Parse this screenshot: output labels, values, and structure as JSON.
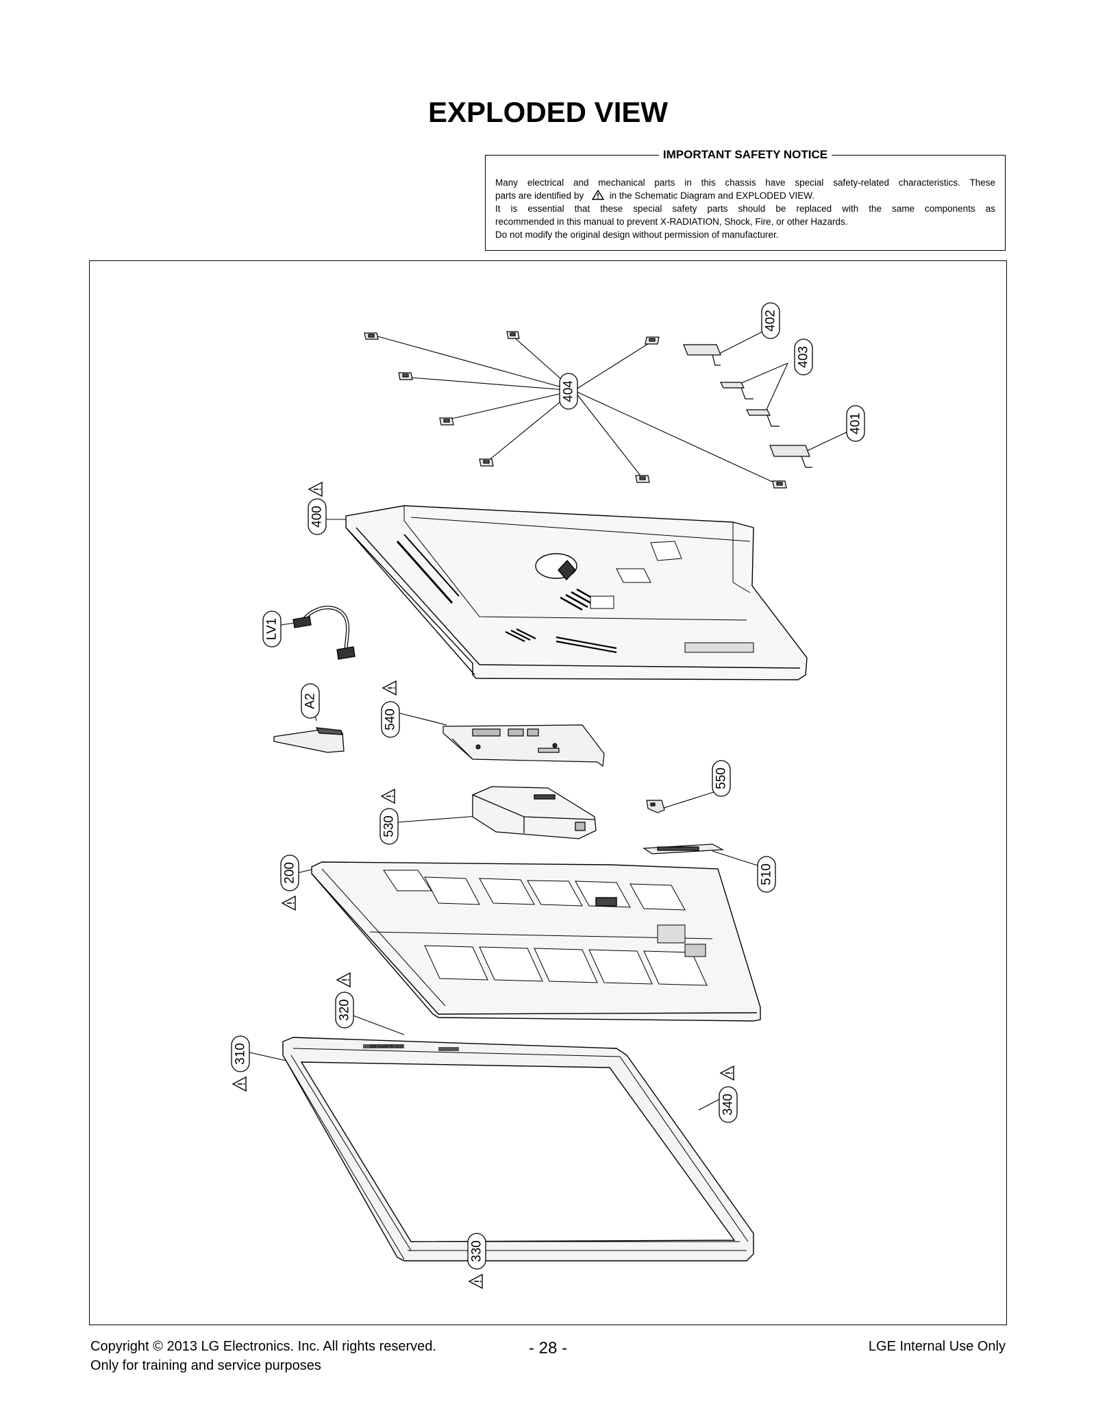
{
  "title": "EXPLODED VIEW",
  "notice": {
    "heading": "IMPORTANT SAFETY NOTICE",
    "line1": "Many electrical and mechanical parts in this chassis have special safety-related characteristics. These",
    "line2a": "parts are identified by",
    "line2b": "in the Schematic Diagram and EXPLODED VIEW.",
    "line3": "It is essential that these special safety parts should be replaced with the same components as",
    "line4": "recommended in this manual to prevent X-RADIATION, Shock, Fire, or other Hazards.",
    "line5": "Do not modify the original design without permission of manufacturer."
  },
  "callouts": {
    "c402": "402",
    "c403": "403",
    "c404": "404",
    "c401": "401",
    "c400": "400",
    "lv1": "LV1",
    "a2": "A2",
    "c540": "540",
    "c550": "550",
    "c530": "530",
    "c510": "510",
    "c200": "200",
    "c320": "320",
    "c310": "310",
    "c340": "340",
    "c330": "330"
  },
  "pcb_marks": {
    "model_label": "BBTA2B7K7C0"
  },
  "footer": {
    "copyright": "Copyright  © 2013  LG Electronics. Inc. All rights reserved.",
    "training": "Only for training and service purposes",
    "page": "- 28 -",
    "internal": "LGE Internal Use Only"
  }
}
